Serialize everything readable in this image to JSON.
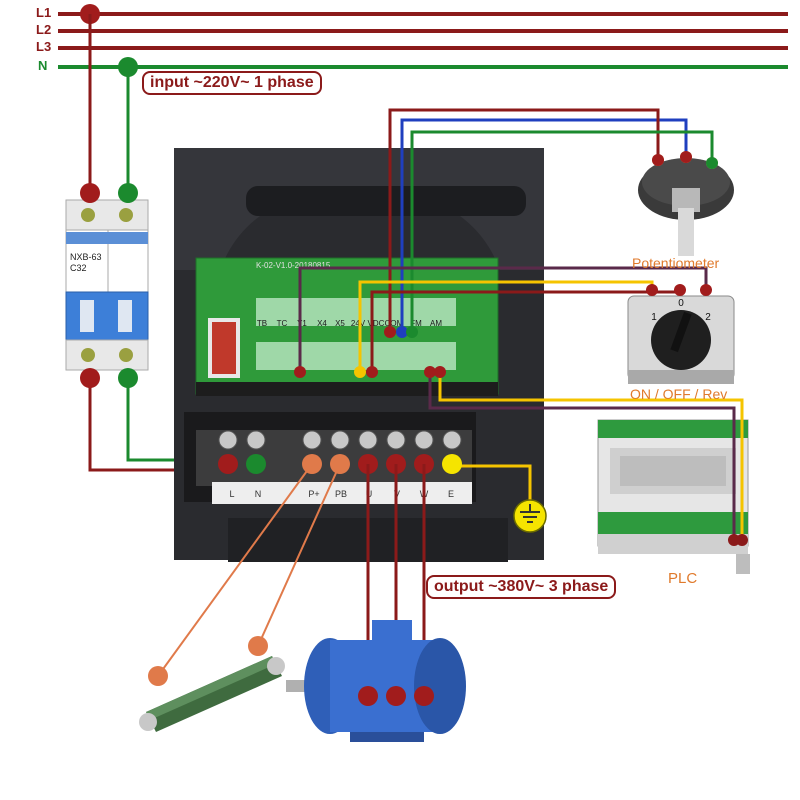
{
  "supply": {
    "lines": [
      "L1",
      "L2",
      "L3",
      "N"
    ],
    "input_label": "input ~220V~ 1 phase"
  },
  "vfd": {
    "version_text": "K-02-V1.0-20180815",
    "terminal_labels": [
      "TB",
      "TC",
      "Y1",
      "X4",
      "X5",
      "24V",
      "VDC",
      "COM",
      "FM",
      "AM"
    ],
    "power_terminals": [
      "L",
      "N",
      "P+",
      "PB",
      "U",
      "V",
      "W",
      "E"
    ]
  },
  "breaker": {
    "model": "NXB-63",
    "rating": "C32"
  },
  "potentiometer": {
    "label": "Potentiometer"
  },
  "selector_switch": {
    "positions": [
      "1",
      "0",
      "2"
    ],
    "label": "ON / OFF / Rev"
  },
  "plc": {
    "label": "PLC"
  },
  "output": {
    "label": "output ~380V~ 3 phase"
  },
  "colors": {
    "line": "#8b1a1a",
    "neutral": "#1b8a2e",
    "signal_blue": "#1f3fbf",
    "signal_yellow": "#f5c400",
    "signal_purple": "#5a2a4a",
    "brake": "#e07a4a",
    "ground": "#f5e400"
  },
  "icons": [
    "breaker-icon",
    "vfd-icon",
    "potentiometer-icon",
    "rotary-switch-icon",
    "plc-icon",
    "brake-resistor-icon",
    "motor-icon",
    "ground-icon"
  ]
}
